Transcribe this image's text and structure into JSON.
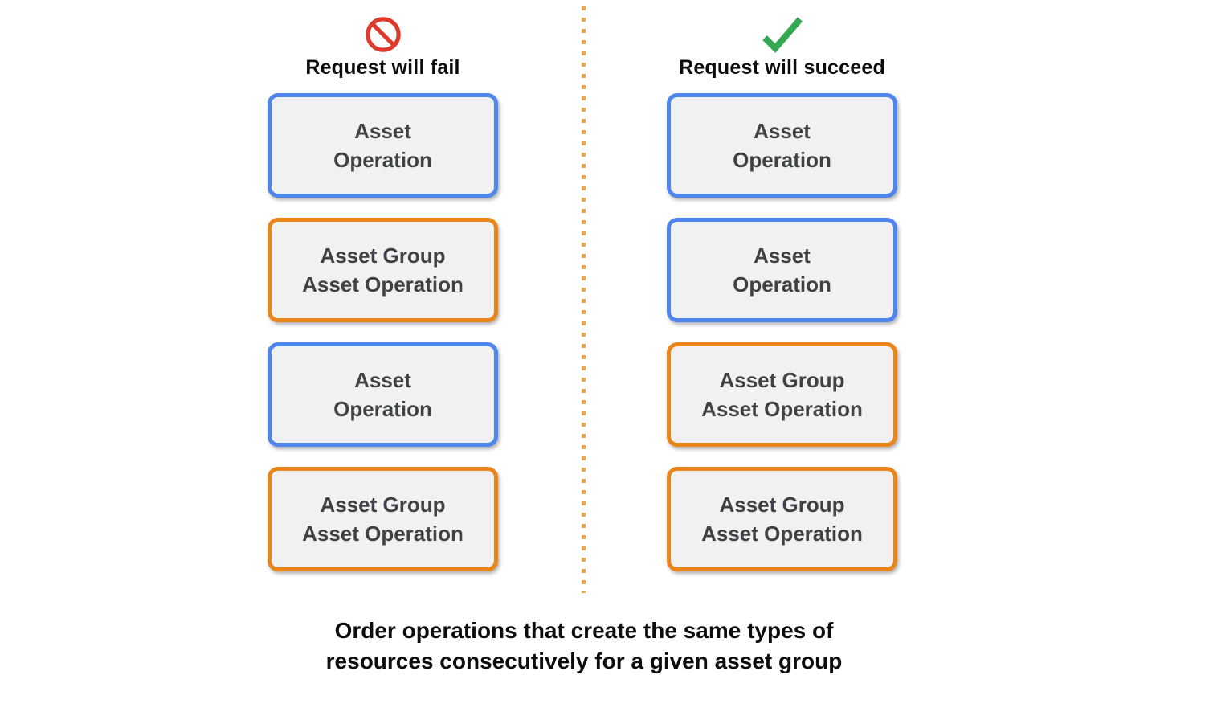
{
  "columns": {
    "fail": {
      "icon": "no-entry-icon",
      "title": "Request will fail",
      "boxes": [
        {
          "type": "asset_operation",
          "label": "Asset\nOperation"
        },
        {
          "type": "asset_group_asset_operation",
          "label": "Asset Group\nAsset Operation"
        },
        {
          "type": "asset_operation",
          "label": "Asset\nOperation"
        },
        {
          "type": "asset_group_asset_operation",
          "label": "Asset Group\nAsset Operation"
        }
      ]
    },
    "succeed": {
      "icon": "check-icon",
      "title": "Request will succeed",
      "boxes": [
        {
          "type": "asset_operation",
          "label": "Asset\nOperation"
        },
        {
          "type": "asset_operation",
          "label": "Asset\nOperation"
        },
        {
          "type": "asset_group_asset_operation",
          "label": "Asset Group\nAsset Operation"
        },
        {
          "type": "asset_group_asset_operation",
          "label": "Asset Group\nAsset Operation"
        }
      ]
    }
  },
  "caption": "Order operations that create the same types of\nresources consecutively for a given asset group",
  "colors": {
    "asset_operation_border": "#4e86ec",
    "asset_group_asset_operation_border": "#e8861c",
    "box_fill": "#f1f1f2",
    "box_text": "#3f4245",
    "fail_icon_red": "#dd3a2c",
    "success_icon_green": "#34a853",
    "divider_dots_orange": "#eaa64c",
    "heading_text": "#0d0d0d"
  }
}
